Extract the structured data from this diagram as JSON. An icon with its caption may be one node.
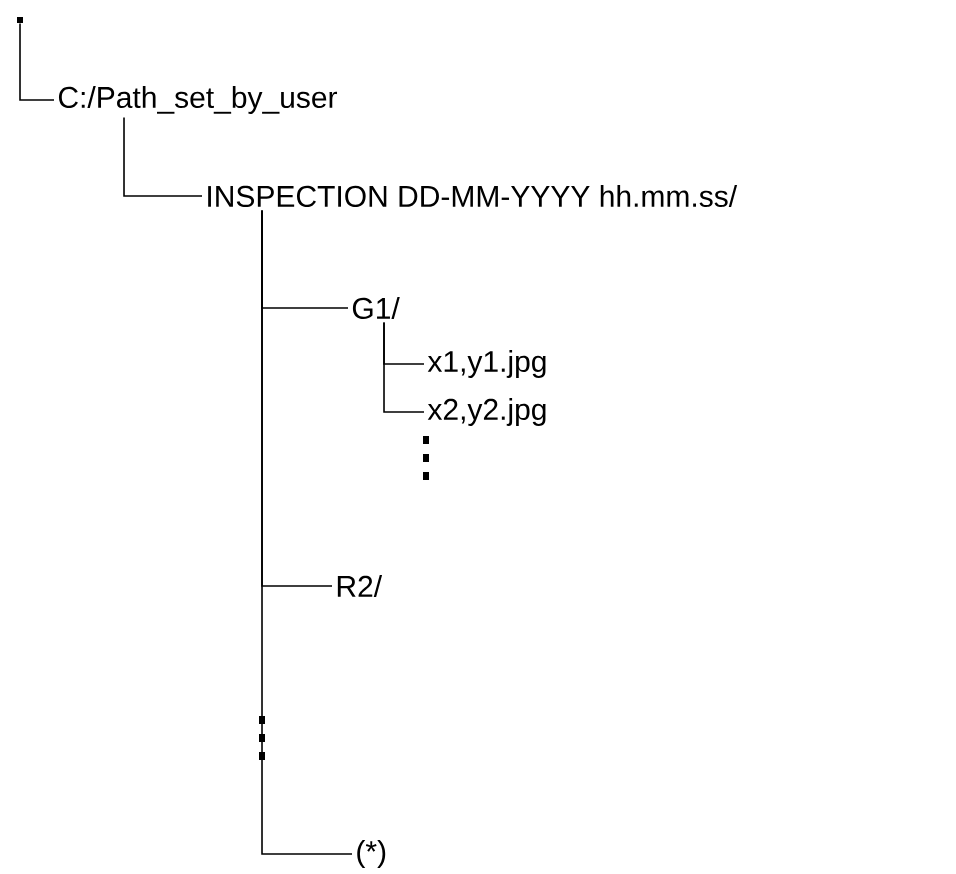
{
  "diagram": {
    "nodes": [
      {
        "text": [],
        "shape": "box"
      },
      {
        "text": [
          "C:/Path_set_by_user"
        ]
      },
      {
        "text": [
          "INSPECTION DD-MM-YYYY hh.mm.ss/"
        ]
      },
      {
        "text": [
          "G1/"
        ]
      },
      {
        "text": [
          "x1,y1.jpg"
        ]
      },
      {
        "text": [
          "x2,y2.jpg"
        ]
      },
      {
        "text": [
          "R2/"
        ]
      },
      {
        "text": [
          "(*)"
        ]
      }
    ],
    "edges": [
      {
        "from": 0,
        "to": 1,
        "arrow": "none"
      },
      {
        "from": 1,
        "to": 2,
        "arrow": "none"
      },
      {
        "from": 2,
        "to": 3,
        "arrow": "none"
      },
      {
        "from": 3,
        "to": 4,
        "arrow": "none"
      },
      {
        "from": 3,
        "to": 5,
        "arrow": "none"
      },
      {
        "from": 2,
        "to": 6,
        "arrow": "none"
      },
      {
        "from": 2,
        "to": 7,
        "arrow": "none"
      }
    ]
  }
}
